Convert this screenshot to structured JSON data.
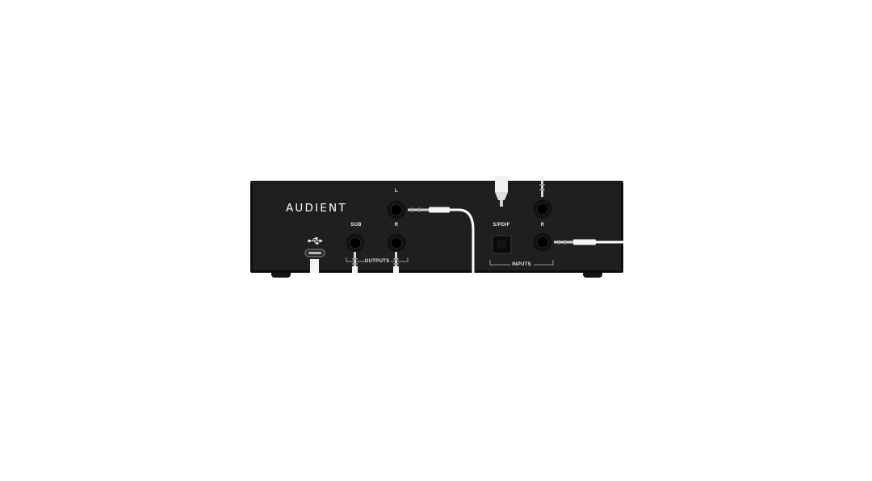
{
  "device": {
    "brand": "AUDIENT",
    "colors": {
      "body": "#1e1e1e",
      "edge": "#0d0d0d",
      "label": "#e8e8e8",
      "cable": "#ffffff"
    }
  },
  "labels": {
    "out_l": "L",
    "sub": "SUB",
    "out_r": "R",
    "outputs": "OUTPUTS",
    "spdif": "S/PDIF",
    "in_r": "R",
    "inputs": "INPUTS"
  },
  "icons": {
    "usb": "usb-icon"
  }
}
